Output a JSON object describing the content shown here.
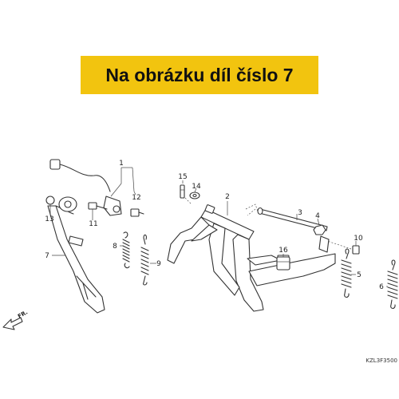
{
  "banner": {
    "text": "Na obrázku díl číslo 7",
    "color": "#f2c40f"
  },
  "callouts": {
    "c1": "1",
    "c2": "2",
    "c3": "3",
    "c4": "4",
    "c5": "5",
    "c6": "6",
    "c7": "7",
    "c8": "8",
    "c9": "9",
    "c10": "10",
    "c11": "11",
    "c12": "12",
    "c13": "13",
    "c14": "14",
    "c15": "15",
    "c16": "16"
  },
  "direction_label": "FR.",
  "diagram_code": "KZL3F3500"
}
